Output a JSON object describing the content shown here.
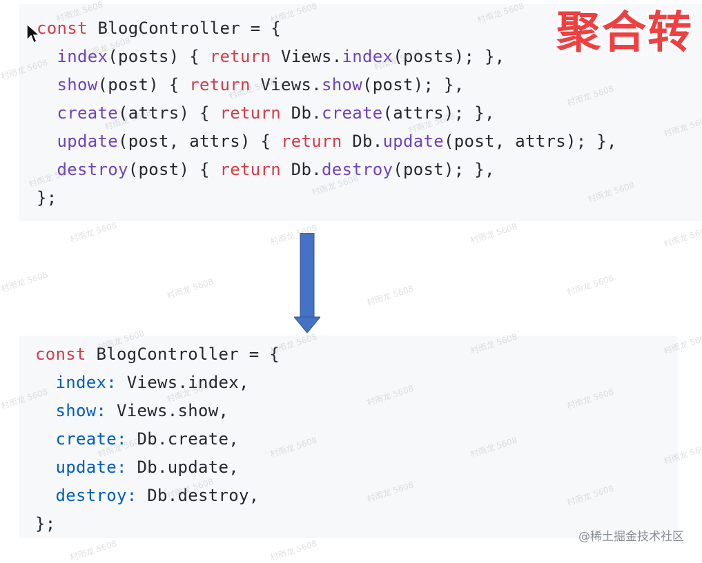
{
  "overlay_title": "聚合转",
  "site_mark": "@稀土掘金技术社区",
  "watermark_text": "村雨龙 5608",
  "colors": {
    "keyword": "#d73a49",
    "function": "#6f42c1",
    "property": "#005cc5",
    "text": "#24292e",
    "panel_background": "#f6f8fa",
    "arrow_fill": "#4472c4",
    "title_red": "#ee4040"
  },
  "icons": {
    "cursor": "mouse-pointer-icon",
    "arrow": "down-arrow-icon"
  },
  "before_code": {
    "lines": [
      [
        [
          "kw",
          "const"
        ],
        [
          "pl",
          " BlogController = {"
        ]
      ],
      [
        [
          "pl",
          "  "
        ],
        [
          "fn",
          "index"
        ],
        [
          "pl",
          "(posts) { "
        ],
        [
          "kw",
          "return"
        ],
        [
          "pl",
          " Views."
        ],
        [
          "fn",
          "index"
        ],
        [
          "pl",
          "(posts); },"
        ]
      ],
      [
        [
          "pl",
          "  "
        ],
        [
          "fn",
          "show"
        ],
        [
          "pl",
          "(post) { "
        ],
        [
          "kw",
          "return"
        ],
        [
          "pl",
          " Views."
        ],
        [
          "fn",
          "show"
        ],
        [
          "pl",
          "(post); },"
        ]
      ],
      [
        [
          "pl",
          "  "
        ],
        [
          "fn",
          "create"
        ],
        [
          "pl",
          "(attrs) { "
        ],
        [
          "kw",
          "return"
        ],
        [
          "pl",
          " Db."
        ],
        [
          "fn",
          "create"
        ],
        [
          "pl",
          "(attrs); },"
        ]
      ],
      [
        [
          "pl",
          "  "
        ],
        [
          "fn",
          "update"
        ],
        [
          "pl",
          "(post, attrs) { "
        ],
        [
          "kw",
          "return"
        ],
        [
          "pl",
          " Db."
        ],
        [
          "fn",
          "update"
        ],
        [
          "pl",
          "(post, attrs); },"
        ]
      ],
      [
        [
          "pl",
          "  "
        ],
        [
          "fn",
          "destroy"
        ],
        [
          "pl",
          "(post) { "
        ],
        [
          "kw",
          "return"
        ],
        [
          "pl",
          " Db."
        ],
        [
          "fn",
          "destroy"
        ],
        [
          "pl",
          "(post); },"
        ]
      ],
      [
        [
          "pl",
          "};"
        ]
      ]
    ]
  },
  "after_code": {
    "lines": [
      [
        [
          "kw",
          "const"
        ],
        [
          "pl",
          " BlogController = {"
        ]
      ],
      [
        [
          "pl",
          "  "
        ],
        [
          "prop",
          "index:"
        ],
        [
          "pl",
          " Views.index,"
        ]
      ],
      [
        [
          "pl",
          "  "
        ],
        [
          "prop",
          "show:"
        ],
        [
          "pl",
          " Views.show,"
        ]
      ],
      [
        [
          "pl",
          "  "
        ],
        [
          "prop",
          "create:"
        ],
        [
          "pl",
          " Db.create,"
        ]
      ],
      [
        [
          "pl",
          "  "
        ],
        [
          "prop",
          "update:"
        ],
        [
          "pl",
          " Db.update,"
        ]
      ],
      [
        [
          "pl",
          "  "
        ],
        [
          "prop",
          "destroy:"
        ],
        [
          "pl",
          " Db.destroy,"
        ]
      ],
      [
        [
          "pl",
          "};"
        ]
      ]
    ]
  }
}
